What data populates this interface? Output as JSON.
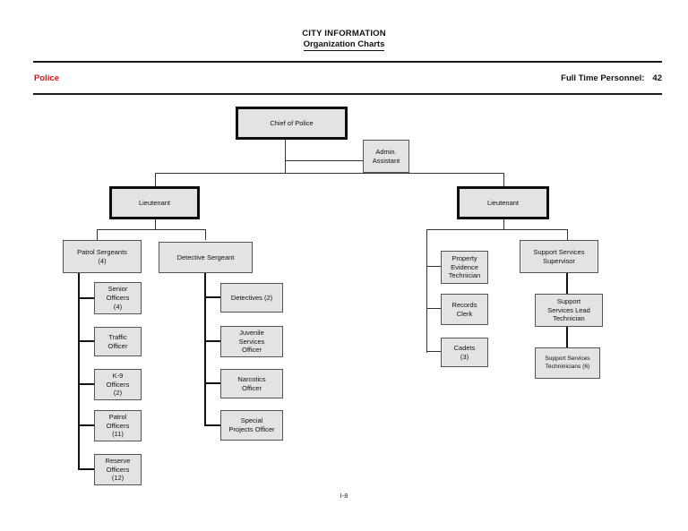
{
  "page": {
    "title_line1": "CITY INFORMATION",
    "title_line2": "Organization Charts",
    "footer_page_number": "I-8"
  },
  "header_bar": {
    "department": "Police",
    "personnel_label": "Full Time Personnel:",
    "personnel_value": "42"
  },
  "colors": {
    "accent_red": "#d91111",
    "box_fill": "#e3e3e3",
    "box_border_thin": "#555555",
    "box_border_thick": "#0d0d0d",
    "connector": "#333333"
  },
  "org_chart": {
    "nodes": {
      "chief": {
        "label": "Chief of Police"
      },
      "admin": {
        "label": "Admin.\nAssistant"
      },
      "lt_left": {
        "label": "Lieutenant"
      },
      "lt_right": {
        "label": "Lieutenant"
      },
      "patrol_sgts": {
        "label": "Patrol Sergeants\n(4)"
      },
      "det_sgt": {
        "label": "Detective Sergeant"
      },
      "senior": {
        "label": "Senior\nOfficers\n(4)"
      },
      "traffic": {
        "label": "Traffic\nOfficer"
      },
      "k9": {
        "label": "K-9\nOfficers\n(2)"
      },
      "patrol_off": {
        "label": "Patrol\nOfficers\n(11)"
      },
      "reserve": {
        "label": "Reserve\nOfficers\n(12)"
      },
      "detectives": {
        "label": "Detectives  (2)"
      },
      "juvenile": {
        "label": "Juvenile\nServices\nOfficer"
      },
      "narcotics": {
        "label": "Narcotics\nOfficer"
      },
      "special": {
        "label": "Special\nProjects Officer"
      },
      "property": {
        "label": "Property\nEvidence\nTechnician"
      },
      "records": {
        "label": "Records\nClerk"
      },
      "cadets": {
        "label": "Cadets\n(3)"
      },
      "sss": {
        "label": "Support Services\nSupervisor"
      },
      "sslt": {
        "label": "Support\nServices Lead\nTechnician"
      },
      "sst": {
        "label": "Support Services\nTechninicians (6)"
      }
    },
    "hierarchy": {
      "chief": [
        "admin",
        "lt_left",
        "lt_right"
      ],
      "lt_left": [
        "patrol_sgts",
        "det_sgt"
      ],
      "patrol_sgts": [
        "senior",
        "traffic",
        "k9",
        "patrol_off",
        "reserve"
      ],
      "det_sgt": [
        "detectives",
        "juvenile",
        "narcotics",
        "special"
      ],
      "lt_right": [
        "property",
        "records",
        "cadets",
        "sss"
      ],
      "sss": [
        "sslt"
      ],
      "sslt": [
        "sst"
      ]
    }
  }
}
